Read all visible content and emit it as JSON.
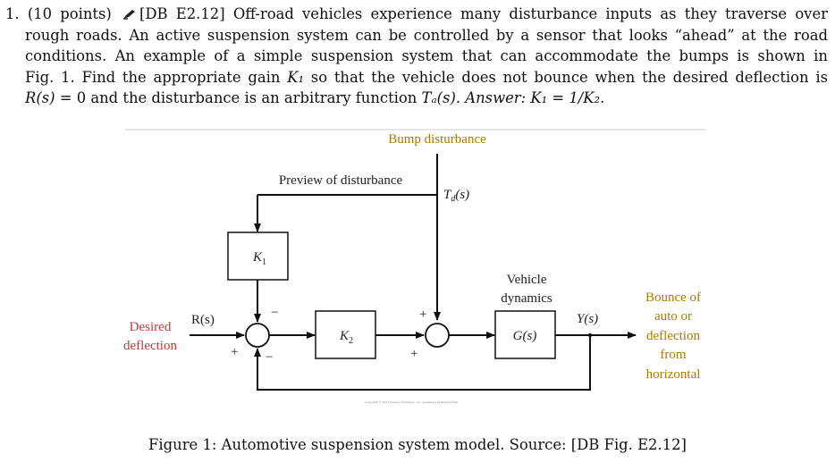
{
  "problem": {
    "number": "1.",
    "points": "(10 points)",
    "tag": "[DB E2.12]",
    "line1_rest": "Off-road vehicles experience many disturbance inputs as they traverse over",
    "line2": "rough roads. An active suspension system can be controlled by a sensor that looks “ahead” at the road",
    "line3": "conditions. An example of a simple suspension system that can accommodate the bumps is shown in",
    "line4_a": "Fig. 1. Find the appropriate gain",
    "line4_k1": "K₁",
    "line4_b": "so that the vehicle does not bounce when the desired deflection is",
    "line5_rs": "R(s)",
    "line5_a": "= 0 and the disturbance is an arbitrary function",
    "line5_td": "Tₐ(s).",
    "line5_answer": "Answer: K₁ = 1/K₂."
  },
  "diagram": {
    "bump_disturbance": "Bump disturbance",
    "preview": "Preview of disturbance",
    "td": "T",
    "td_sub": "d",
    "td_tail": "(s)",
    "k1": "K",
    "k1_sub": "1",
    "k2": "K",
    "k2_sub": "2",
    "vehicle": "Vehicle",
    "dynamics": "dynamics",
    "gs": "G(s)",
    "ys": "Y(s)",
    "rs": "R(s)",
    "desired": "Desired",
    "deflection": "deflection",
    "bounce": [
      "Bounce of",
      "auto or",
      "deflection",
      "from",
      "horizontal"
    ],
    "sum1_top": "−",
    "sum1_left": "+",
    "sum1_bottom": "−",
    "sum2_top": "+",
    "sum2_bottom": "+",
    "copyright": "Copyright © 2011 Pearson Education, Inc. publishing as Prentice Hall"
  },
  "caption": "Figure 1: Automotive suspension system model. Source: [DB Fig. E2.12]"
}
